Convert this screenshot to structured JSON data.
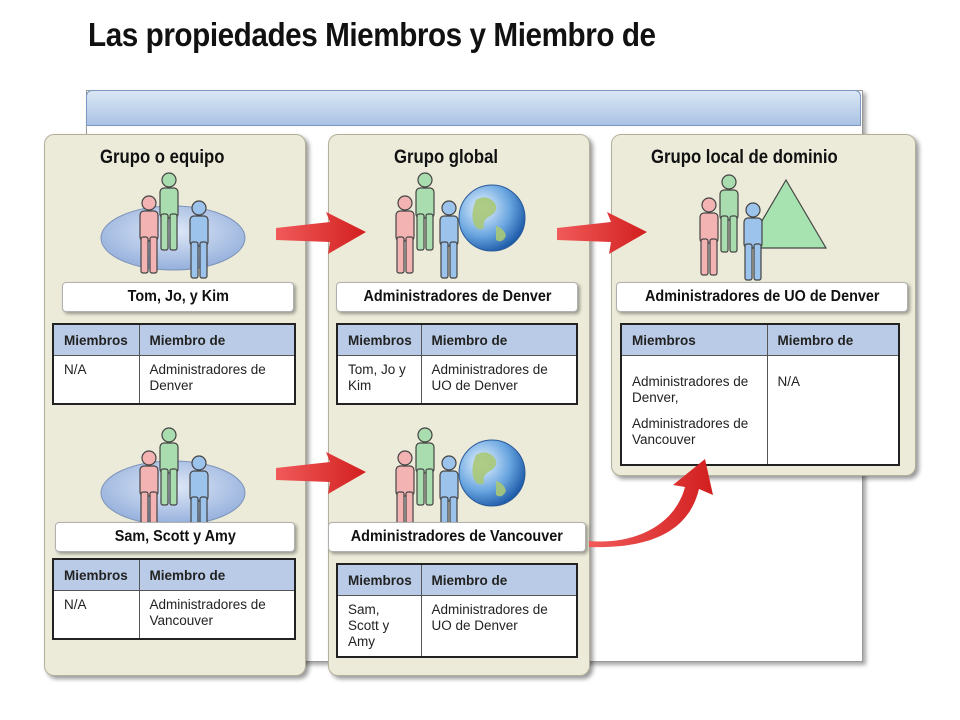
{
  "title": "Las propiedades Miembros y Miembro de",
  "colors": {
    "ellipse": "#b4c8ea",
    "header": "#b9cbe6",
    "arrow": "#e83434",
    "panel": "#ecebd9",
    "triangle": "#a6e3b0"
  },
  "columns": [
    {
      "heading": "Grupo o equipo",
      "icon": "users-icon"
    },
    {
      "heading": "Grupo global",
      "icon": "users-globe-icon"
    },
    {
      "heading": "Grupo local de dominio",
      "icon": "users-triangle-icon"
    }
  ],
  "labels": {
    "tom_jo_kim": "Tom, Jo, y Kim",
    "sam_scott_amy": "Sam, Scott y Amy",
    "admin_denver": "Administradores de Denver",
    "admin_vancouver": "Administradores de Vancouver",
    "admin_uo_denver": "Administradores de UO de Denver"
  },
  "tables": {
    "t1": {
      "h1": "Miembros",
      "h2": "Miembro de",
      "c1": "N/A",
      "c2": "Administradores de Denver"
    },
    "t2": {
      "h1": "Miembros",
      "h2": "Miembro de",
      "c1": "N/A",
      "c2": "Administradores de Vancouver"
    },
    "t3": {
      "h1": "Miembros",
      "h2": "Miembro de",
      "c1": "Tom, Jo y Kim",
      "c2": "Administradores de UO de Denver"
    },
    "t4": {
      "h1": "Miembros",
      "h2": "Miembro de",
      "c1": "Sam, Scott y Amy",
      "c2": "Administradores de UO de Denver"
    },
    "t5": {
      "h1": "Miembros",
      "h2": "Miembro de",
      "c1a": "Administradores de Denver,",
      "c1b": "Administradores de Vancouver",
      "c2": "N/A"
    }
  }
}
